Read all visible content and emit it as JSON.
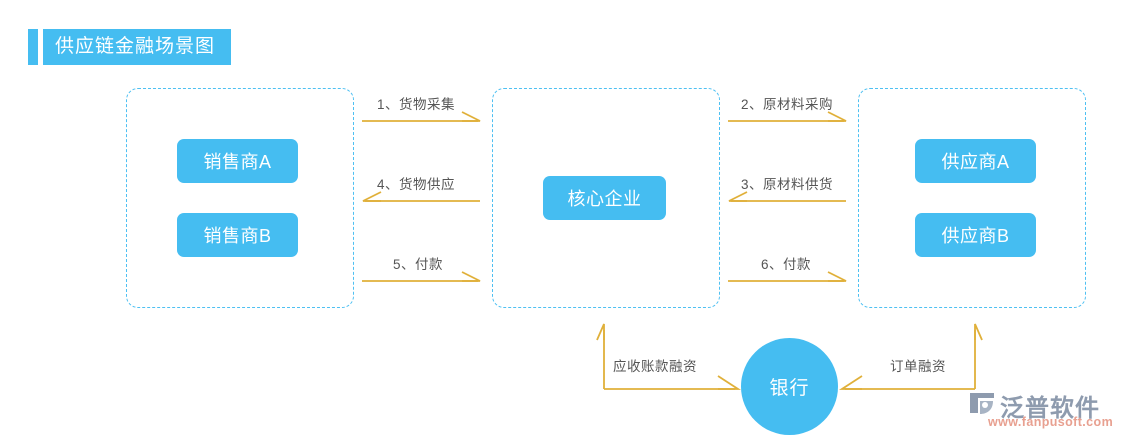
{
  "page": {
    "title": "供应链金融场景图",
    "accent_color": "#45bdf1",
    "arrow_color": "#e0b03a",
    "dashed_border_color": "#4ec0f2",
    "label_text_color": "#555555",
    "background": "#ffffff"
  },
  "groups": [
    {
      "id": "sellers",
      "name": "sellers-group",
      "chips": [
        {
          "label": "销售商A"
        },
        {
          "label": "销售商B"
        }
      ]
    },
    {
      "id": "core",
      "name": "core-enterprise-group",
      "chips": [
        {
          "label": "核心企业"
        }
      ]
    },
    {
      "id": "suppliers",
      "name": "suppliers-group",
      "chips": [
        {
          "label": "供应商A"
        },
        {
          "label": "供应商B"
        }
      ]
    }
  ],
  "bank": {
    "label": "银行"
  },
  "flows": {
    "left_side": [
      {
        "label": "1、货物采集",
        "direction": "right"
      },
      {
        "label": "4、货物供应",
        "direction": "left"
      },
      {
        "label": "5、付款",
        "direction": "right"
      }
    ],
    "right_side": [
      {
        "label": "2、原材料采购",
        "direction": "right"
      },
      {
        "label": "3、原材料供货",
        "direction": "left"
      },
      {
        "label": "6、付款",
        "direction": "right"
      }
    ],
    "bank_links": [
      {
        "label": "应收账款融资",
        "side": "left"
      },
      {
        "label": "订单融资",
        "side": "right"
      }
    ]
  },
  "logo": {
    "brand": "泛普软件",
    "url": "www.fanpusoft.com",
    "brand_color": "#8e9bae",
    "url_color": "#e8a090"
  }
}
